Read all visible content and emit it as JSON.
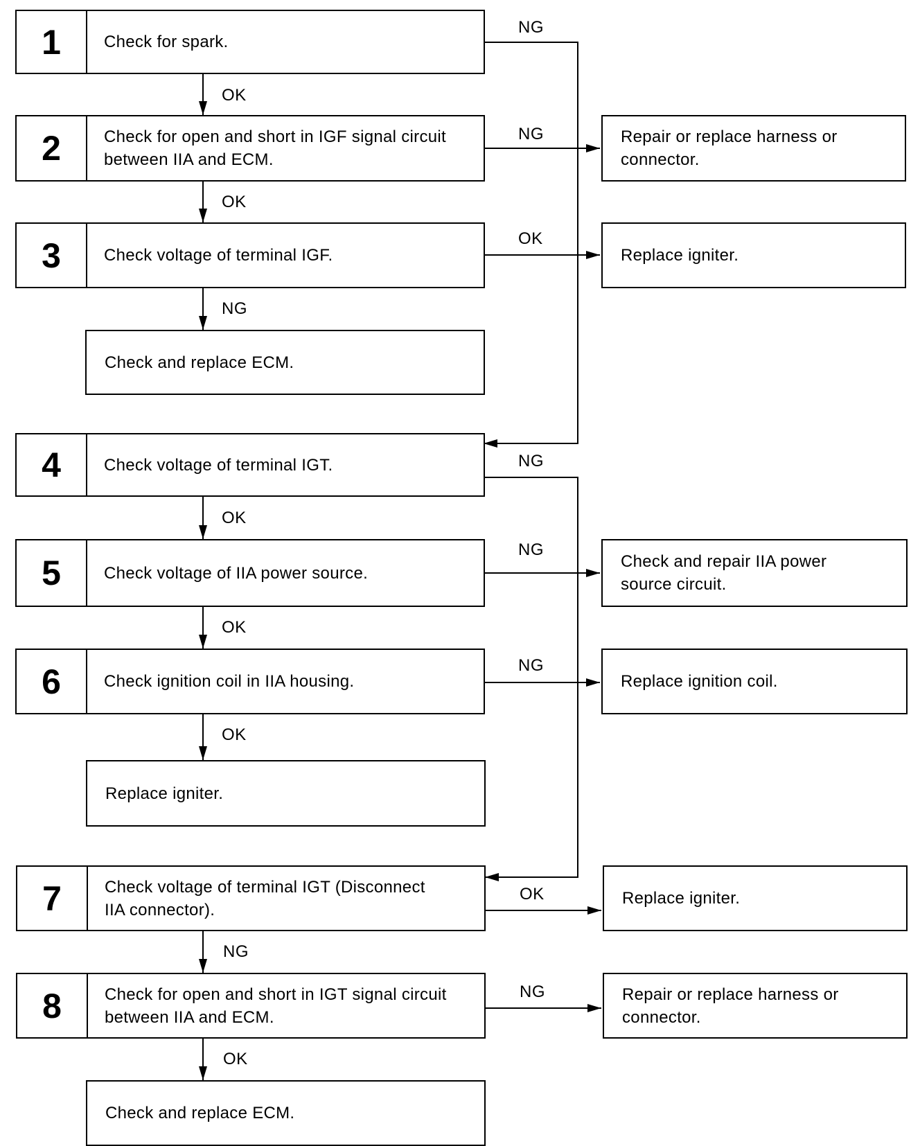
{
  "steps": [
    {
      "number": "1",
      "text": "Check for spark."
    },
    {
      "number": "2",
      "text": "Check for open and short in IGF signal circuit\nbetween IIA and ECM."
    },
    {
      "number": "3",
      "text": "Check voltage of terminal IGF."
    },
    {
      "number": "4",
      "text": "Check voltage of terminal IGT."
    },
    {
      "number": "5",
      "text": "Check voltage of IIA power source."
    },
    {
      "number": "6",
      "text": "Check ignition coil in IIA housing."
    },
    {
      "number": "7",
      "text": "Check voltage of terminal IGT (Disconnect\nIIA connector)."
    },
    {
      "number": "8",
      "text": "Check for open and short in IGT signal circuit\nbetween IIA and ECM."
    }
  ],
  "results": {
    "after_3": "Check and replace ECM.",
    "after_6": "Replace igniter.",
    "after_8": "Check and replace ECM.",
    "right_2": "Repair or replace harness or\nconnector.",
    "right_3": "Replace igniter.",
    "right_5": "Check and repair IIA power\nsource circuit.",
    "right_6": "Replace ignition coil.",
    "right_7": "Replace igniter.",
    "right_8": "Repair or replace harness or\nconnector."
  },
  "labels": {
    "ok": "OK",
    "ng": "NG"
  }
}
